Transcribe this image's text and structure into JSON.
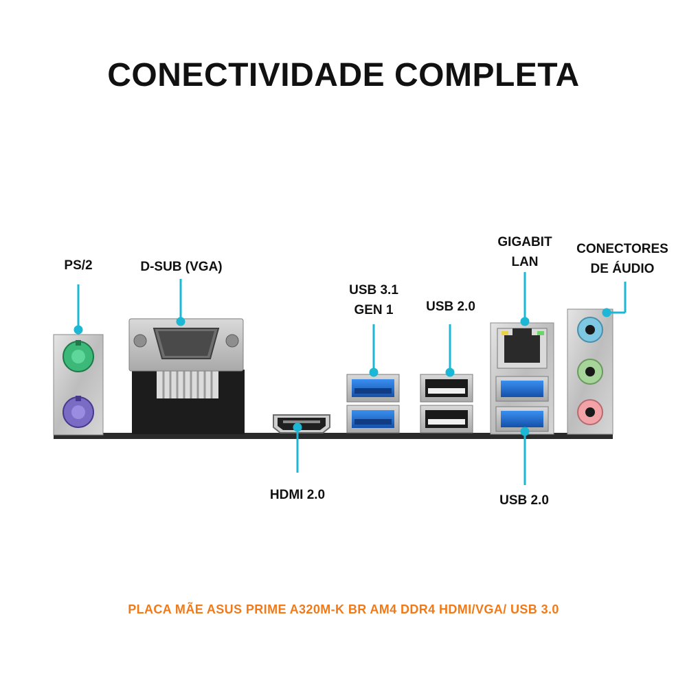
{
  "title": "CONECTIVIDADE COMPLETA",
  "labels": {
    "ps2": "PS/2",
    "dsub": "D-SUB (VGA)",
    "usb31_line1": "USB 3.1",
    "usb31_line2": "GEN 1",
    "usb20_top": "USB 2.0",
    "lan_line1": "GIGABIT",
    "lan_line2": "LAN",
    "audio_line1": "CONECTORES",
    "audio_line2": "DE ÁUDIO",
    "hdmi": "HDMI 2.0",
    "usb20_bottom": "USB 2.0"
  },
  "footer": "PLACA MÃE ASUS PRIME A320M-K BR AM4 DDR4 HDMI/VGA/ USB 3.0",
  "colors": {
    "callout_line": "#1bb7d4",
    "footer_text": "#f07a1a",
    "ps2_keyboard": "#3cb878",
    "ps2_mouse": "#7a6bc4",
    "usb3_blue": "#1f6fd1",
    "audio_line_in": "#7ec8e3",
    "audio_line_out": "#a6d49a",
    "audio_mic": "#f2a3a8"
  },
  "icons": [
    "ps2-port-icon",
    "vga-port-icon",
    "hdmi-port-icon",
    "usb-port-icon",
    "rj45-port-icon",
    "audio-jack-icon"
  ]
}
